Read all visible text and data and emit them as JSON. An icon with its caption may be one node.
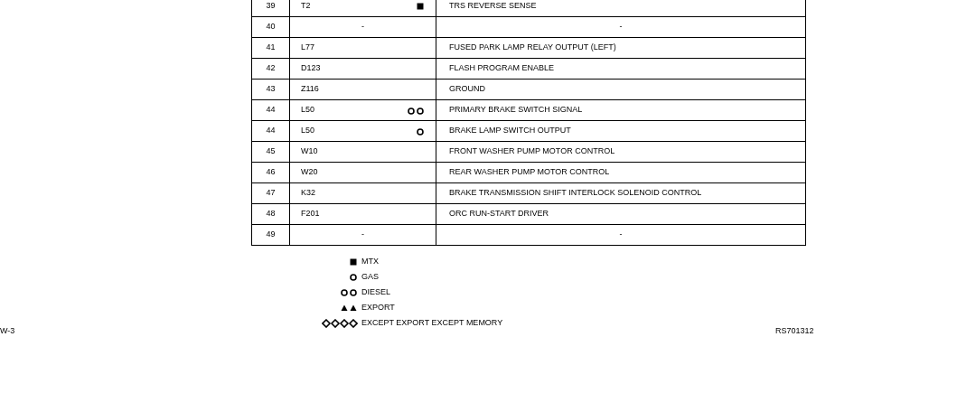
{
  "diagram": {
    "labels": [
      "39",
      "T2",
      "TRS REVERSE SENSE",
      "40",
      "-",
      "-",
      "41",
      "L77",
      "FUSED PARK LAMP RELAY OUTPUT (LEFT)",
      "42",
      "D123",
      "FLASH PROGRAM ENABLE",
      "43",
      "Z116",
      "GROUND",
      "44",
      "L50",
      "PRIMARY BRAKE SWITCH SIGNAL",
      "44",
      "L50",
      "BRAKE LAMP SWITCH OUTPUT",
      "45",
      "W10",
      "FRONT WASHER PUMP MOTOR CONTROL",
      "46",
      "W20",
      "REAR WASHER PUMP MOTOR CONTROL",
      "47",
      "K32",
      "BRAKE TRANSMISSION SHIFT INTERLOCK SOLENOID CONTROL",
      "48",
      "F201",
      "ORC RUN-START DRIVER",
      "49",
      "-",
      "-",
      "W-3",
      "RS701312"
    ],
    "legend": [
      {
        "text": "MTX"
      },
      {
        "text": "GAS"
      },
      {
        "text": "DIESEL"
      },
      {
        "text": "EXPORT"
      },
      {
        "text": "EXCEPT EXPORT EXCEPT MEMORY"
      }
    ]
  }
}
